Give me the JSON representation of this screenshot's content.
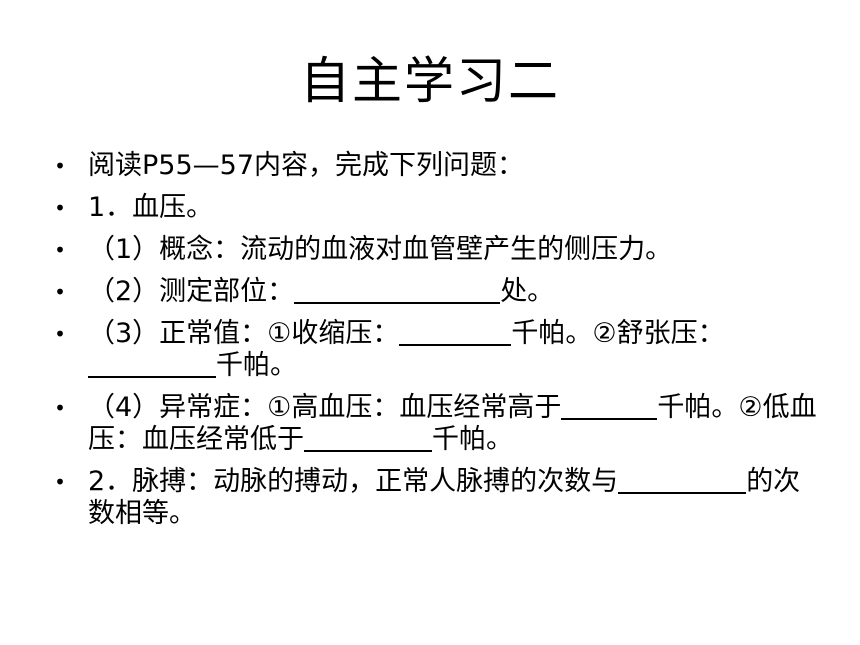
{
  "slide": {
    "title": "自主学习二",
    "bullet_glyph": "•",
    "items": [
      {
        "text": "阅读P55—57内容，完成下列问题："
      },
      {
        "text": "1．血压。"
      },
      {
        "text": "（1）概念：流动的血液对血管壁产生的侧压力。"
      },
      {
        "pre": "（2）测定部位：",
        "post": "处。"
      },
      {
        "pre": "（3）正常值：①收缩压：",
        "mid": "千帕。②舒张压：",
        "post": "千帕。"
      },
      {
        "pre": "（4）异常症：①高血压：血压经常高于",
        "mid": "千帕。②低血压：血压经常低于",
        "post": "千帕。"
      },
      {
        "pre": "2．脉搏：动脉的搏动，正常人脉搏的次数与",
        "post": "的次数相等。"
      }
    ]
  }
}
